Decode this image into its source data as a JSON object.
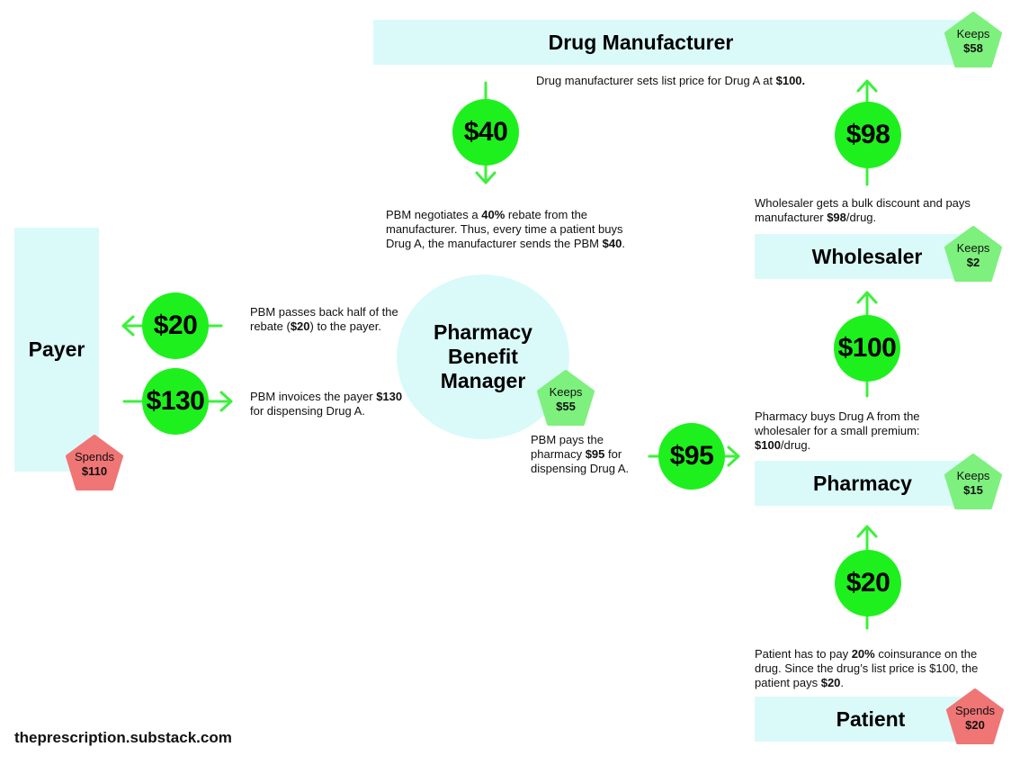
{
  "entities": {
    "manufacturer": "Drug Manufacturer",
    "wholesaler": "Wholesaler",
    "pharmacy": "Pharmacy",
    "patient": "Patient",
    "payer": "Payer",
    "pbm": "Pharmacy Benefit Manager"
  },
  "amounts": {
    "rebate": "$40",
    "wholesaler_to_manufacturer": "$98",
    "pharmacy_to_wholesaler": "$100",
    "patient_to_pharmacy": "$20",
    "pbm_to_pharmacy": "$95",
    "pbm_to_payer": "$20",
    "payer_to_pbm": "$130"
  },
  "badges": {
    "manufacturer": {
      "label": "Keeps",
      "value": "$58"
    },
    "wholesaler": {
      "label": "Keeps",
      "value": "$2"
    },
    "pharmacy": {
      "label": "Keeps",
      "value": "$15"
    },
    "patient": {
      "label": "Spends",
      "value": "$20"
    },
    "pbm": {
      "label": "Keeps",
      "value": "$55"
    },
    "payer": {
      "label": "Spends",
      "value": "$110"
    }
  },
  "notes": {
    "manufacturer": {
      "pre": "Drug manufacturer sets list price for Drug A at ",
      "b1": "$100."
    },
    "wholesaler": {
      "pre": "Wholesaler gets a bulk discount and pays manufacturer ",
      "b1": "$98",
      "post": "/drug."
    },
    "pbm_rebate": {
      "pre": "PBM negotiates a ",
      "b1": "40%",
      "mid": " rebate from the manufacturer. Thus, every time a patient buys Drug A, the manufacturer sends the PBM ",
      "b2": "$40",
      "post": "."
    },
    "pbm_passback": {
      "pre": "PBM passes back half of the rebate (",
      "b1": "$20",
      "post": ") to the payer."
    },
    "pbm_invoice": {
      "pre": "PBM invoices the payer ",
      "b1": "$130",
      "post": " for dispensing Drug A."
    },
    "pbm_pays": {
      "pre": "PBM pays the pharmacy ",
      "b1": "$95",
      "post": " for dispensing Drug A."
    },
    "pharmacy": {
      "pre": "Pharmacy buys Drug A from the wholesaler for a small premium: ",
      "b1": "$100",
      "post": "/drug."
    },
    "patient": {
      "pre": "Patient has to pay ",
      "b1": "20%",
      "mid": " coinsurance on the drug. Since the drug’s list price is $100, the patient pays ",
      "b2": "$20",
      "post": "."
    }
  },
  "footer": "theprescription.substack.com",
  "colors": {
    "box": "#dafafa",
    "coin": "#1ef01e",
    "arrow": "#3cf03c",
    "keeps": "#7ef07e",
    "spends": "#f07575"
  }
}
